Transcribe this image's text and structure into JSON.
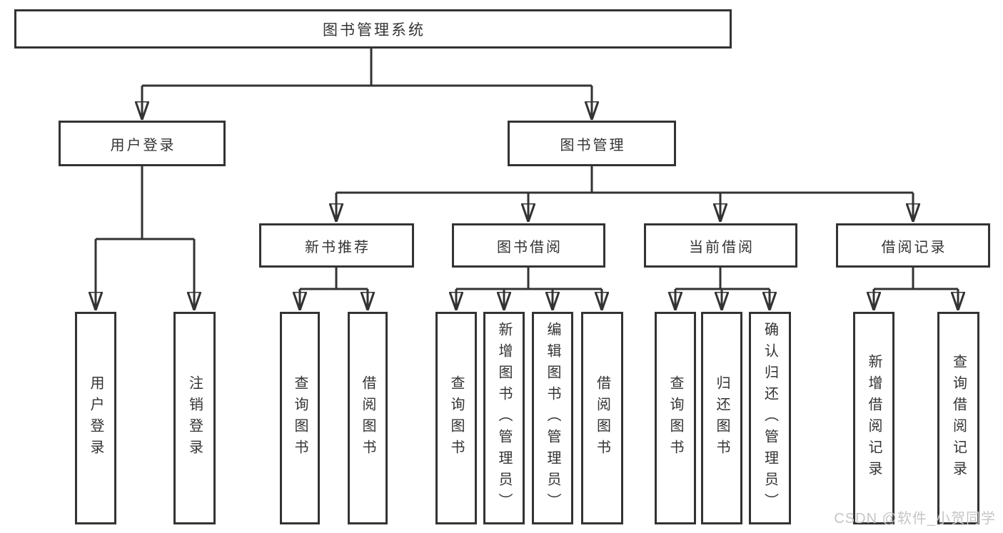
{
  "diagram_type": "hierarchy-tree",
  "tree": {
    "root": {
      "label": "图书管理系统",
      "children": [
        {
          "label": "用户登录",
          "children": [
            {
              "label": "用户登录"
            },
            {
              "label": "注销登录"
            }
          ]
        },
        {
          "label": "图书管理",
          "children": [
            {
              "label": "新书推荐",
              "children": [
                {
                  "label": "查询图书"
                },
                {
                  "label": "借阅图书"
                }
              ]
            },
            {
              "label": "图书借阅",
              "children": [
                {
                  "label": "查询图书"
                },
                {
                  "label": "新增图书（管理员）"
                },
                {
                  "label": "编辑图书（管理员）"
                },
                {
                  "label": "借阅图书"
                }
              ]
            },
            {
              "label": "当前借阅",
              "children": [
                {
                  "label": "查询图书"
                },
                {
                  "label": "归还图书"
                },
                {
                  "label": "确认归还（管理员）"
                }
              ]
            },
            {
              "label": "借阅记录",
              "children": [
                {
                  "label": "新增借阅记录"
                },
                {
                  "label": "查询借阅记录"
                }
              ]
            }
          ]
        }
      ]
    }
  },
  "watermark": {
    "text": "CSDN @软件_小贺同学"
  },
  "colors": {
    "line": "#333333",
    "text": "#333333",
    "watermark": "#c5c5c5",
    "background": "#ffffff"
  }
}
